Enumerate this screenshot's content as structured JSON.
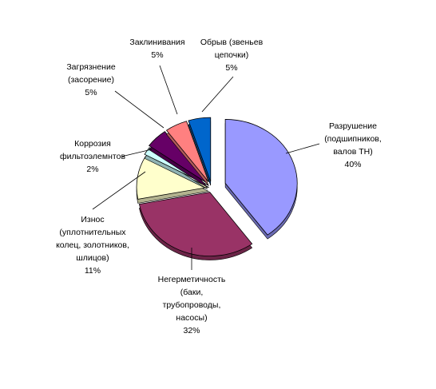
{
  "chart_data": {
    "type": "pie",
    "title": "",
    "style": "3d-exploded",
    "slices": [
      {
        "label_lines": [
          "Разрушение",
          "(подшипников,",
          "валов ТН)"
        ],
        "value": 40,
        "value_label": "40%",
        "color": "#9999ff"
      },
      {
        "label_lines": [
          "Негерметичность",
          "(баки,",
          "трубопроводы,",
          "насосы)"
        ],
        "value": 32,
        "value_label": "32%",
        "color": "#993366"
      },
      {
        "label_lines": [
          "Износ",
          "(уплотнительных",
          "колец, золотников,",
          "шлицов)"
        ],
        "value": 11,
        "value_label": "11%",
        "color": "#ffffcc"
      },
      {
        "label_lines": [
          "Коррозия",
          "фильтоэлемнтов"
        ],
        "value": 2,
        "value_label": "2%",
        "color": "#ccffff"
      },
      {
        "label_lines": [
          "Загрязнение",
          "(засорение)"
        ],
        "value": 5,
        "value_label": "5%",
        "color": "#660066"
      },
      {
        "label_lines": [
          "Заклинивания"
        ],
        "value": 5,
        "value_label": "5%",
        "color": "#ff8080"
      },
      {
        "label_lines": [
          "Обрыв (звеньев",
          "цепочки)"
        ],
        "value": 5,
        "value_label": "5%",
        "color": "#0066cc"
      }
    ]
  }
}
